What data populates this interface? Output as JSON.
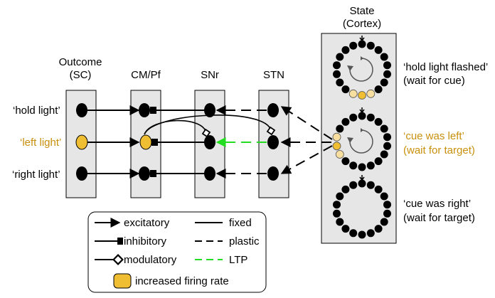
{
  "columns": {
    "outcome_l1": "Outcome",
    "outcome_l2": "(SC)",
    "cmpf": "CM/Pf",
    "snr": "SNr",
    "stn": "STN",
    "state_l1": "State",
    "state_l2": "(Cortex)"
  },
  "rows": {
    "hold": "‘hold light’",
    "left": "‘left light’",
    "right": "‘right light’"
  },
  "states": {
    "hold_l1": "‘hold light flashed’",
    "hold_l2": "(wait for cue)",
    "left_l1": "‘cue was left’",
    "left_l2": "(wait for target)",
    "right_l1": "‘cue was right’",
    "right_l2": "(wait for target)"
  },
  "legend": {
    "excitatory": "excitatory",
    "inhibitory": "inhibitory",
    "modulatory": "modulatory",
    "fixed": "fixed",
    "plastic": "plastic",
    "ltp": "LTP",
    "increased": "increased firing rate"
  },
  "colors": {
    "active": "#f0be32",
    "active_light": "#f8dfa0",
    "highlight_text": "#c8900c",
    "ltp": "#22dd22",
    "panel": "#e6e6e6"
  }
}
